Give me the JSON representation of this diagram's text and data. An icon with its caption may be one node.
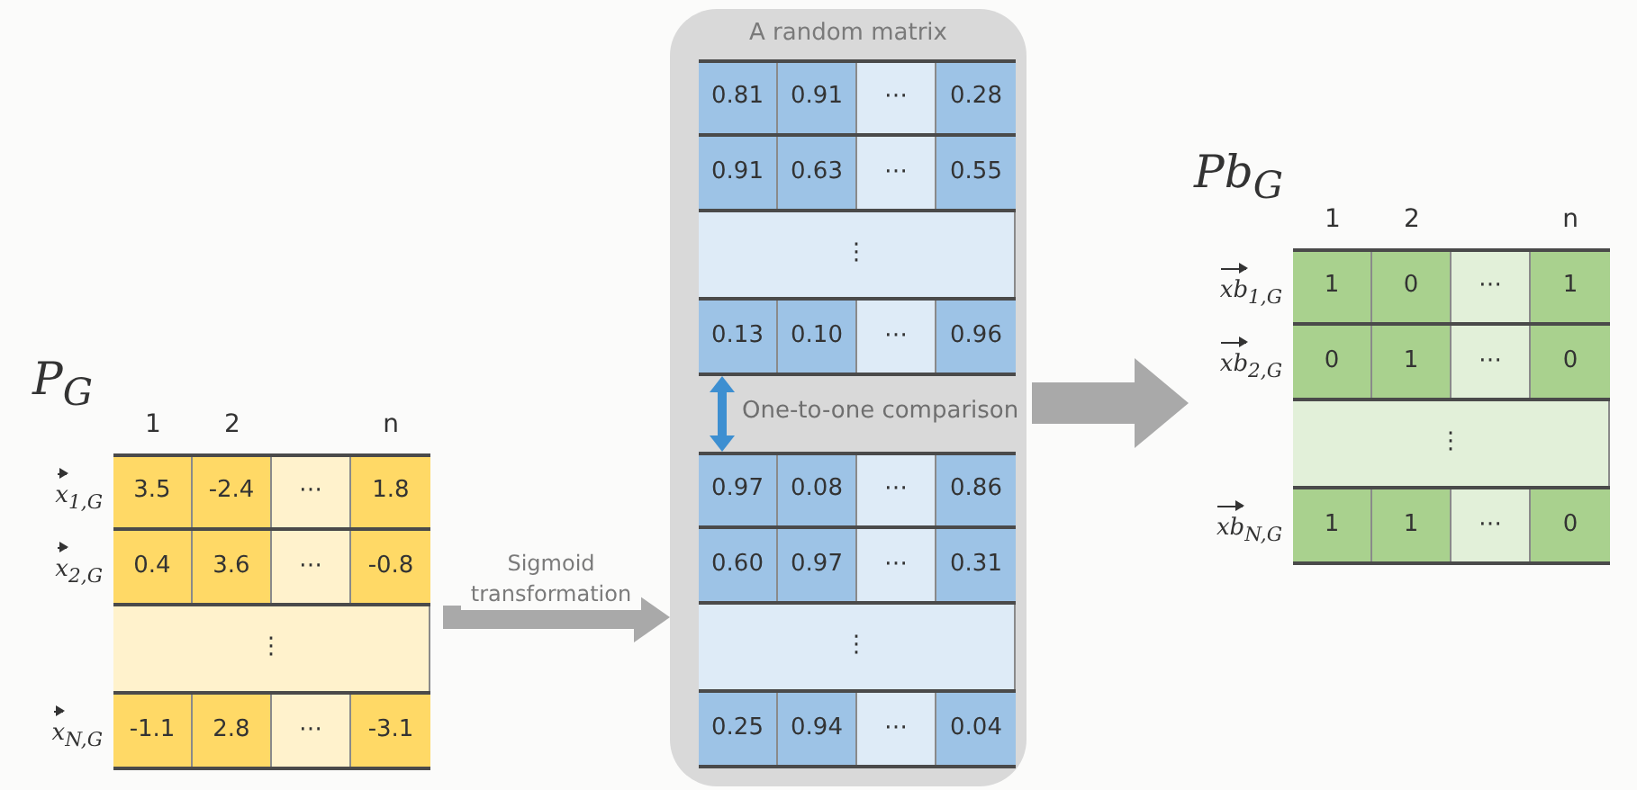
{
  "diagram": {
    "nodes": [
      {
        "text": [
          "P$_{G}$",
          "1",
          "2",
          "n",
          "x⃗$_{1,G}$",
          "3.5",
          "-2.4",
          "⋯",
          "1.8",
          "x⃗$_{2,G}$",
          "0.4",
          "3.6",
          "⋯",
          "-0.8",
          "⋮",
          "x⃗$_{N,G}$",
          "-1.1",
          "2.8",
          "⋯",
          "-3.1"
        ]
      },
      {
        "text": [
          "A random matrix"
        ]
      },
      {
        "text": [
          "0.81",
          "0.91",
          "⋯",
          "0.28",
          "0.91",
          "0.63",
          "⋯",
          "0.55",
          "⋮",
          "0.13",
          "0.10",
          "⋯",
          "0.96"
        ],
        "in": 1
      },
      {
        "text": [
          "0.97",
          "0.08",
          "⋯",
          "0.86",
          "0.60",
          "0.97",
          "⋯",
          "0.31",
          "⋮",
          "0.25",
          "0.94",
          "⋯",
          "0.04"
        ],
        "in": 1
      },
      {
        "text": [
          "Pb$_{G}$",
          "1",
          "2",
          "n",
          "xb⃗$_{1,G}$",
          "1",
          "0",
          "⋯",
          "1",
          "xb⃗$_{2,G}$",
          "0",
          "1",
          "⋯",
          "0",
          "⋮",
          "xb⃗$_{N,G}$",
          "1",
          "1",
          "⋯",
          "0"
        ]
      }
    ],
    "edges": [
      {
        "from": 0,
        "to": 1,
        "arrow": "to",
        "label": "Sigmoid transformation"
      },
      {
        "from": 2,
        "to": 3,
        "arrow": "both",
        "label": "One-to-one comparison",
        "color": "#3d8fd1"
      },
      {
        "from": 1,
        "to": 4,
        "arrow": "to"
      }
    ]
  }
}
